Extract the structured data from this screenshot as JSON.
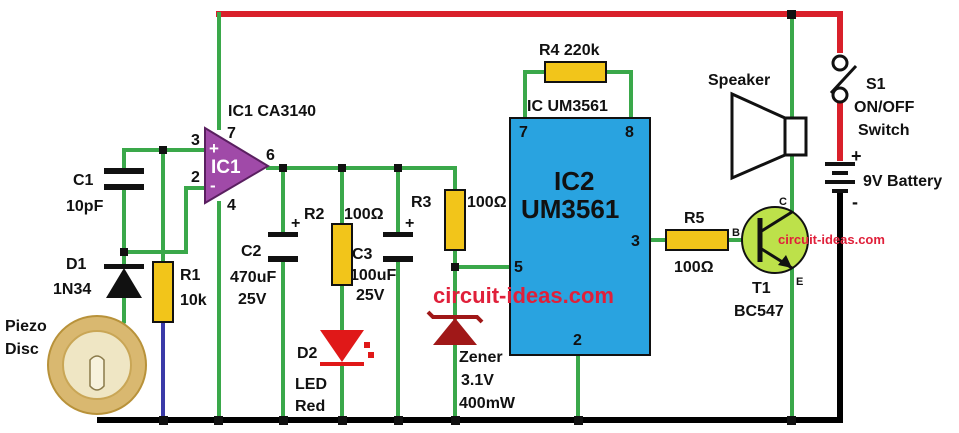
{
  "parts": {
    "ic1": {
      "ref": "IC1 CA3140",
      "body": "IC1",
      "pin_plus": "+",
      "pin_minus": "-",
      "pin3": "3",
      "pin2": "2",
      "pin7": "7",
      "pin4": "4",
      "pin6": "6"
    },
    "ic2": {
      "header": "IC UM3561",
      "line1": "IC2",
      "line2": "UM3561",
      "pin7": "7",
      "pin8": "8",
      "pin5": "5",
      "pin3": "3",
      "pin2": "2"
    },
    "c1": {
      "ref": "C1",
      "value": "10pF"
    },
    "d1": {
      "ref": "D1",
      "value": "1N34"
    },
    "r1": {
      "ref": "R1",
      "value": "10k"
    },
    "piezo": {
      "line1": "Piezo",
      "line2": "Disc"
    },
    "c2": {
      "ref": "C2",
      "value": "470uF",
      "voltage": "25V",
      "plus": "+"
    },
    "r2": {
      "ref": "R2",
      "value": "100Ω"
    },
    "c3": {
      "ref": "C3",
      "value": "100uF",
      "voltage": "25V",
      "plus": "+"
    },
    "d2": {
      "ref": "D2",
      "line1": "LED",
      "line2": "Red"
    },
    "r3": {
      "ref": "R3",
      "value": "100Ω"
    },
    "zener": {
      "line1": "Zener",
      "line2": "3.1V",
      "line3": "400mW"
    },
    "r4": {
      "label": "R4 220k"
    },
    "r5": {
      "ref": "R5",
      "value": "100Ω"
    },
    "t1": {
      "ref": "T1",
      "value": "BC547",
      "c": "C",
      "b": "B",
      "e": "E"
    },
    "speaker": {
      "label": "Speaker"
    },
    "s1": {
      "ref": "S1",
      "line1": "ON/OFF",
      "line2": "Switch"
    },
    "battery": {
      "label": "9V Battery",
      "plus": "+",
      "minus": "-"
    }
  },
  "watermarks": {
    "main": "circuit-ideas.com",
    "small": "circuit-ideas.com"
  },
  "colors": {
    "wire_green": "#3aa84a",
    "wire_red": "#d9202a",
    "wire_black": "#000000",
    "wire_blue": "#3a3aa8",
    "resistor": "#f2c51a",
    "ic1_fill": "#a04aa8",
    "ic2_fill": "#29a3e0",
    "led_red": "#e01818",
    "zener": "#a01818",
    "transistor": "#bde14a",
    "watermark": "#e0203a"
  }
}
